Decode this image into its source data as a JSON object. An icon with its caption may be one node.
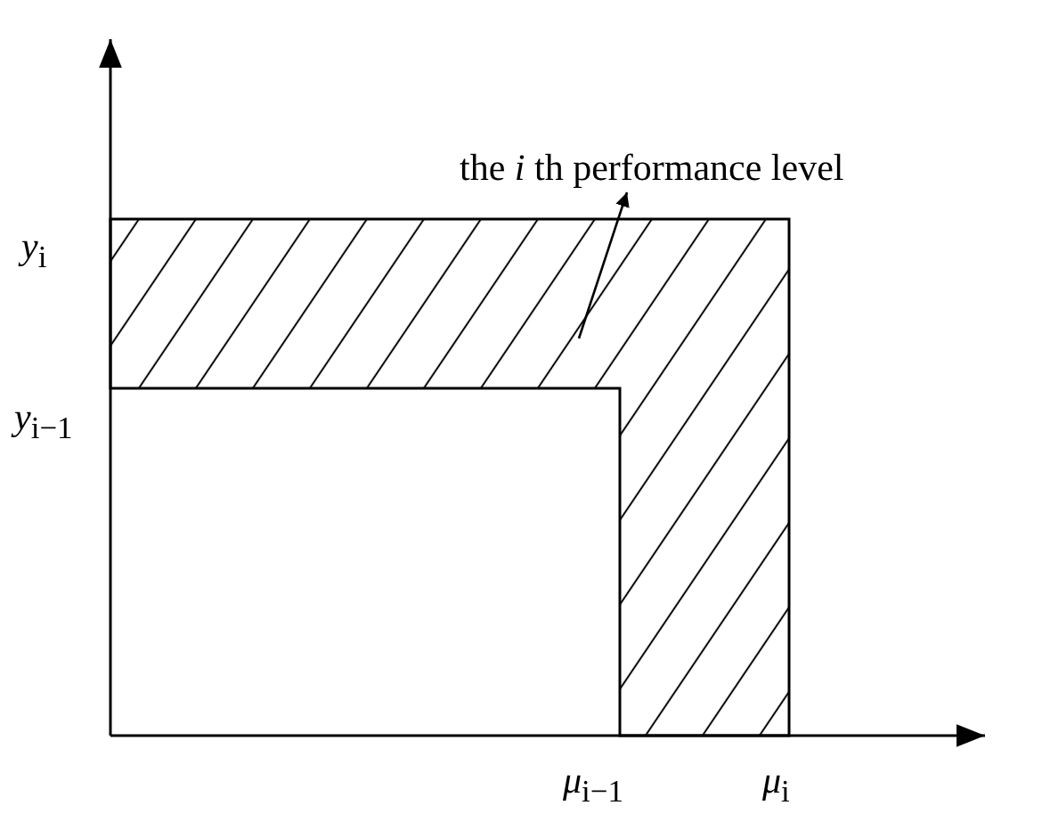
{
  "diagram": {
    "nodes": [
      {
        "text": [
          "the *i* th performance level"
        ]
      },
      {
        "text": [],
        "shape": "band"
      }
    ],
    "edges": [
      {
        "from": 1,
        "to": 0,
        "arrow": "to"
      }
    ],
    "labels": [
      "*y*$_{i}$",
      "*y*$_{i−1}$",
      "*μ*$_{i−1}$",
      "*μ*$_{i}$"
    ]
  }
}
